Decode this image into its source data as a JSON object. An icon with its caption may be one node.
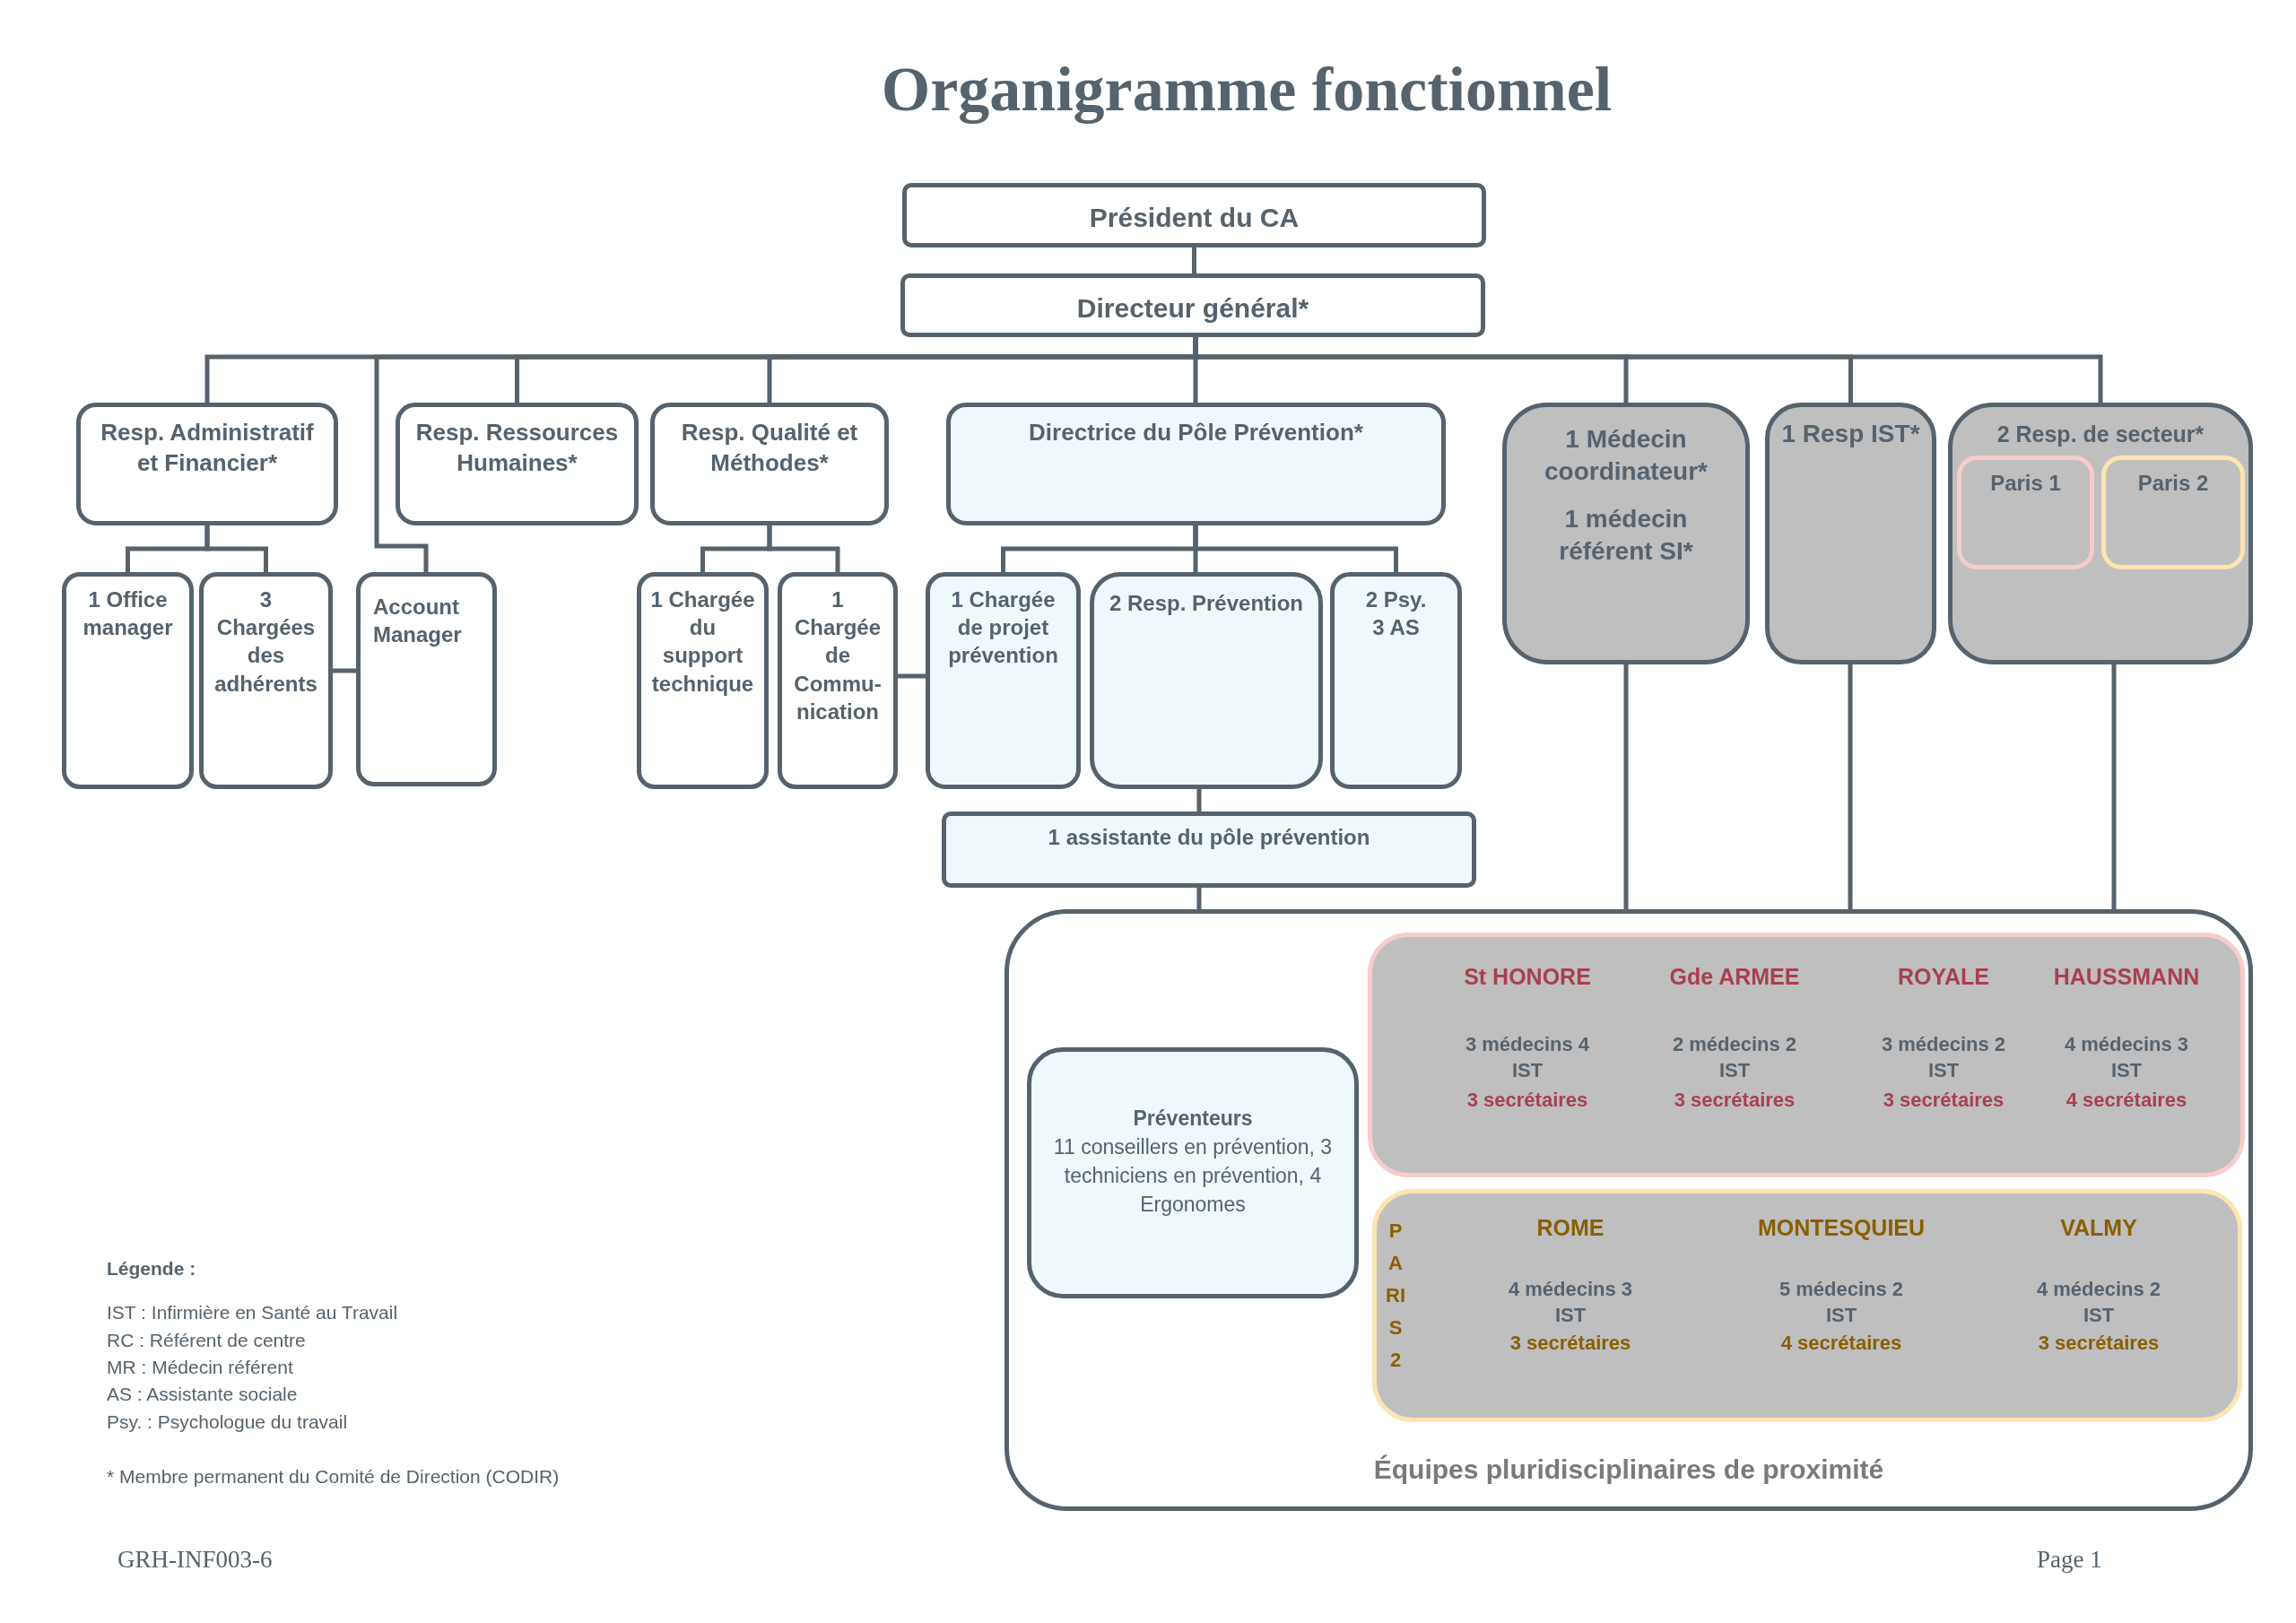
{
  "diagram": {
    "title": "Organigramme fonctionnel",
    "nodes": [
      {
        "text": [
          "Président du CA"
        ]
      },
      {
        "text": [
          "Directeur général*"
        ]
      },
      {
        "text": [
          "Resp. Administratif et Financier*"
        ]
      },
      {
        "text": [
          "Resp. Ressources Humaines*"
        ]
      },
      {
        "text": [
          "Resp. Qualité et Méthodes*"
        ]
      },
      {
        "text": [
          "Directrice du Pôle Prévention*"
        ]
      },
      {
        "text": [
          "1 Médecin coordinateur*",
          "1 médecin référent SI*"
        ]
      },
      {
        "text": [
          "1 Resp IST*"
        ]
      },
      {
        "text": [
          "2 Resp. de secteur*"
        ]
      },
      {
        "text": [
          "Paris 1"
        ],
        "in": 8
      },
      {
        "text": [
          "Paris 2"
        ],
        "in": 8
      },
      {
        "text": [
          "1 Office manager"
        ]
      },
      {
        "text": [
          "3 Chargées des adhérents"
        ]
      },
      {
        "text": [
          "Account Manager"
        ]
      },
      {
        "text": [
          "1 Chargée du support technique"
        ]
      },
      {
        "text": [
          "1 Chargée de Commu-nication"
        ]
      },
      {
        "text": [
          "1 Chargée de projet prévention"
        ]
      },
      {
        "text": [
          "2 Resp. Prévention"
        ]
      },
      {
        "text": [
          "2 Psy. 3 AS"
        ]
      },
      {
        "text": [
          "1 assistante du pôle prévention"
        ]
      },
      {
        "text": [
          "Équipes pluridisciplinaires de proximité"
        ]
      },
      {
        "text": [
          "Préventeurs",
          "11 conseillers en prévention, 3 techniciens en prévention, 4 Ergonomes"
        ],
        "in": 20
      },
      {
        "text": [
          "St HONORE",
          "3 médecins 4 IST",
          "3 secrétaires",
          "Gde ARMEE",
          "2 médecins 2 IST",
          "3 secrétaires",
          "ROYALE",
          "3 médecins 2 IST",
          "3 secrétaires",
          "HAUSSMANN",
          "4 médecins 3 IST",
          "4 secrétaires"
        ],
        "in": 20
      },
      {
        "text": [
          "PARIS 2",
          "ROME",
          "4 médecins 3 IST",
          "3 secrétaires",
          "MONTESQUIEU",
          "5 médecins 2 IST",
          "4 secrétaires",
          "VALMY",
          "4 médecins 2 IST",
          "3 secrétaires"
        ],
        "in": 20
      }
    ],
    "edges": [
      {
        "from": 0,
        "to": 1,
        "arrow": "none"
      },
      {
        "from": 1,
        "to": 2,
        "arrow": "none"
      },
      {
        "from": 1,
        "to": 3,
        "arrow": "none"
      },
      {
        "from": 1,
        "to": 4,
        "arrow": "none"
      },
      {
        "from": 1,
        "to": 5,
        "arrow": "none"
      },
      {
        "from": 1,
        "to": 6,
        "arrow": "none"
      },
      {
        "from": 1,
        "to": 7,
        "arrow": "none"
      },
      {
        "from": 1,
        "to": 8,
        "arrow": "none"
      },
      {
        "from": 1,
        "to": 13,
        "arrow": "none"
      },
      {
        "from": 2,
        "to": 11,
        "arrow": "none"
      },
      {
        "from": 2,
        "to": 12,
        "arrow": "none"
      },
      {
        "from": 12,
        "to": 13,
        "arrow": "none"
      },
      {
        "from": 4,
        "to": 14,
        "arrow": "none"
      },
      {
        "from": 4,
        "to": 15,
        "arrow": "none"
      },
      {
        "from": 15,
        "to": 16,
        "arrow": "none"
      },
      {
        "from": 5,
        "to": 16,
        "arrow": "none"
      },
      {
        "from": 5,
        "to": 17,
        "arrow": "none"
      },
      {
        "from": 5,
        "to": 18,
        "arrow": "none"
      },
      {
        "from": 17,
        "to": 19,
        "arrow": "none"
      },
      {
        "from": 19,
        "to": 20,
        "arrow": "none"
      },
      {
        "from": 6,
        "to": 20,
        "arrow": "none"
      },
      {
        "from": 7,
        "to": 20,
        "arrow": "none"
      },
      {
        "from": 8,
        "to": 20,
        "arrow": "none"
      }
    ],
    "labels": [
      "Légende :",
      "IST : Infirmière en Santé au Travail",
      "RC : Référent de centre",
      "MR : Médecin référent",
      "AS : Assistante sociale",
      "Psy. : Psychologue du travail",
      "* Membre permanent du Comité de Direction (CODIR)",
      "GRH-INF003-6",
      "Page 1"
    ]
  }
}
